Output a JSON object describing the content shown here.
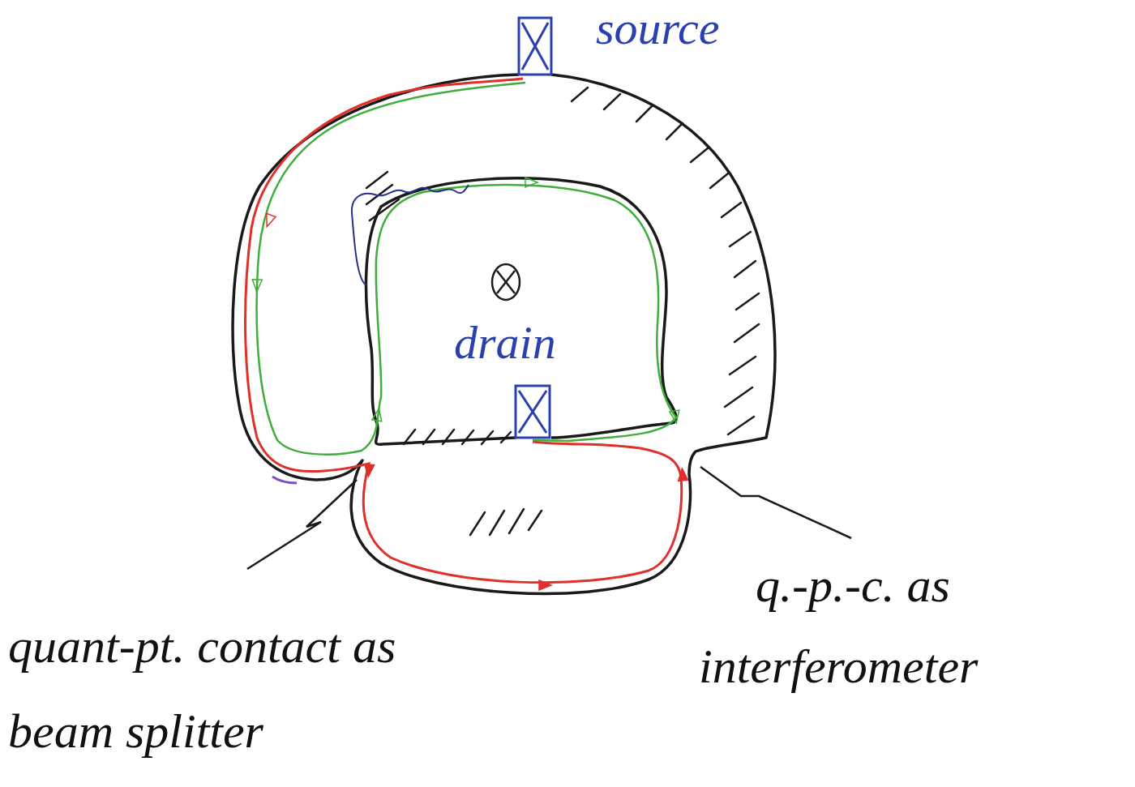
{
  "diagram": {
    "labels": [
      "source",
      "drain",
      "quant-pt. contact as beam splitter",
      "q.-p.-c. as interferometer"
    ]
  }
}
